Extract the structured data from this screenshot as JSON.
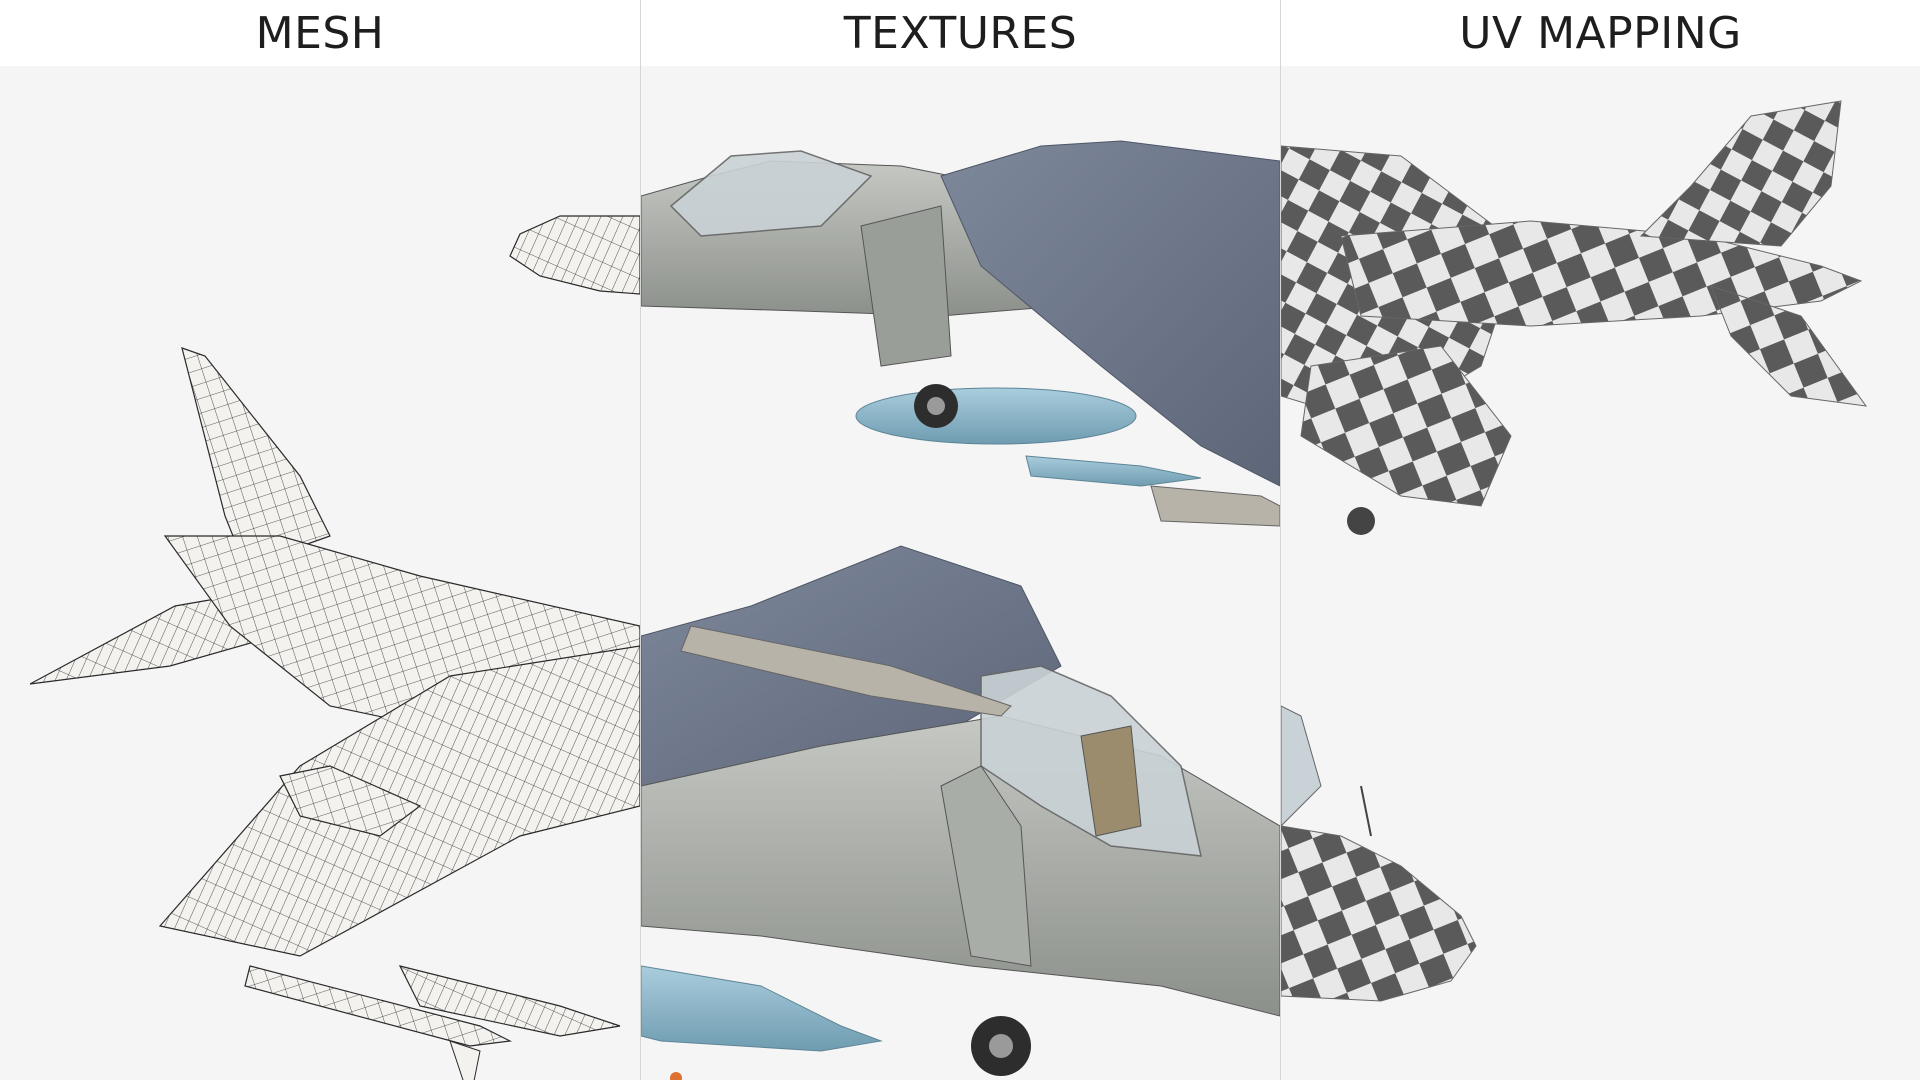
{
  "panels": [
    {
      "title": "MESH",
      "style": "wireframe"
    },
    {
      "title": "TEXTURES",
      "style": "textured"
    },
    {
      "title": "UV MAPPING",
      "style": "checker"
    }
  ],
  "colors": {
    "background": "#f5f5f5",
    "header_bg": "#ffffff",
    "header_text": "#1e1e1e",
    "divider": "#d6d6d6",
    "mesh_surface": "#f4f2ee",
    "mesh_line": "#2a2a2a",
    "fuselage_grey": "#a6a9a4",
    "wing_blue_grey": "#6f7a8d",
    "tank_blue": "#8fb8cb",
    "canopy_glass": "#c9d2d6",
    "checker_dark": "#5a5a5a",
    "checker_light": "#e8e8e8"
  }
}
